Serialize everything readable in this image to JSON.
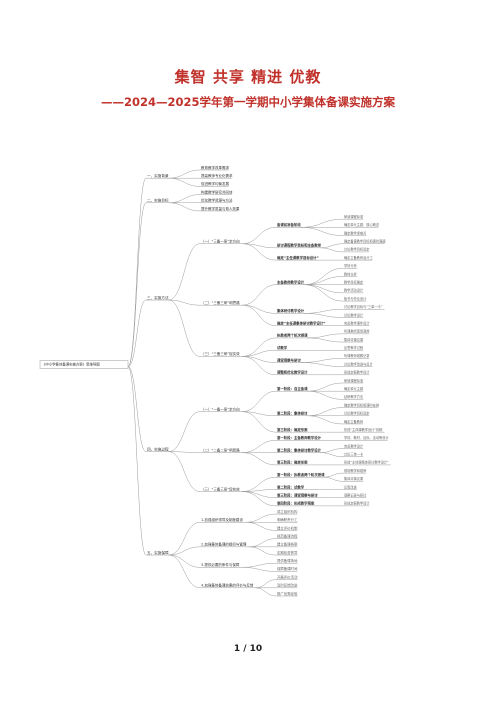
{
  "doc": {
    "title": "集智 共享 精进 优教",
    "subtitle": "——2024—2025学年第一学期中小学集体备课实施方案",
    "page_number": "1 / 10"
  },
  "mindmap": {
    "root": "《中小学集体备课实施方案》思维导图",
    "sections": [
      {
        "label": "一、实施背景",
        "children": [
          {
            "label": "教育教学改革需求"
          },
          {
            "label": "提高教师专业化需求"
          },
          {
            "label": "促进教学均衡发展"
          }
        ]
      },
      {
        "label": "二、实施目标",
        "children": [
          {
            "label": "构建教学研究共同体"
          },
          {
            "label": "优化教学资源与方法"
          },
          {
            "label": "提升教学质量与育人效果"
          }
        ]
      },
      {
        "label": "三、实施方法",
        "children": [
          {
            "label": "（一）“三备一研”定方向",
            "children": [
              {
                "label": "备课前准备阶段",
                "children": [
                  "研读课程标准",
                  "确定单元主题、核心概念",
                  "确定教学重难点"
                ]
              },
              {
                "label": "研讨课程教学目标和主备教师",
                "children": [
                  "确定备课教学目标和课时课题",
                  "讨论教学目标设定"
                ]
              },
              {
                "label": "确定“主任课教学目标设计”",
                "children": [
                  "确定主备教师及分工"
                ]
              }
            ]
          },
          {
            "label": "（二）“三备三研”明思路",
            "children": [
              {
                "label": "主备教师教学设计",
                "children": [
                  "学情分析",
                  "教材分析",
                  "教学目标确定",
                  "教学活动设计",
                  "板书与作业设计"
                ]
              },
              {
                "label": "集体研讨教学设计",
                "children": [
                  "讨论教学目标与“三单一卡”",
                  "讨论教学设计"
                ]
              },
              {
                "label": "确定“主任课集体研讨教学设计”",
                "children": [
                  "完善教学课件设计"
                ]
              }
            ]
          },
          {
            "label": "（三）“三备三研”促实效",
            "children": [
              {
                "label": "执教者两个轮次授课",
                "children": [
                  "听课教师现场观摩",
                  "集体评课议课"
                ]
              },
              {
                "label": "试教学",
                "children": [
                  "反思教学过程"
                ]
              },
              {
                "label": "课堂观察与研讨",
                "children": [
                  "听课教师观察记录",
                  "讨论教学改进与设计"
                ]
              },
              {
                "label": "调整和优化教学设计",
                "children": [
                  "形成定稿教学设计"
                ]
              }
            ]
          }
        ]
      },
      {
        "label": "四、实施过程",
        "children": [
          {
            "label": "（一）“一备一研”定方向",
            "children": [
              {
                "label": "第一阶段：自主备课",
                "children": [
                  "研读课程标准",
                  "确定单元主题",
                  "钻研教学方法"
                ]
              },
              {
                "label": "第二阶段：集体研讨",
                "children": [
                  "确定教学目标和课时安排",
                  "讨论教学目标设定",
                  "确定主备教师"
                ]
              },
              {
                "label": "第三阶段：确定形案",
                "children": [
                  "形成“主体课教学设计”初稿"
                ]
              }
            ]
          },
          {
            "label": "（二）“二备二研”明思路",
            "children": [
              {
                "label": "第一阶段：主备教师教学设计",
                "children": [
                  "学情、教材、目标、活动等设计"
                ]
              },
              {
                "label": "第二阶段：集体研讨教学设计",
                "children": [
                  "完善教学设计",
                  "讨论三单一卡"
                ]
              },
              {
                "label": "第三阶段：确定形案",
                "children": [
                  "形成“主体课集体研讨教学设计”"
                ]
              }
            ]
          },
          {
            "label": "（三）“三备三研”促实效",
            "children": [
              {
                "label": "第一阶段：执教者两个轮次授课",
                "children": [
                  "现场教学和观摩",
                  "集体评课议课"
                ]
              },
              {
                "label": "第二阶段：试教学",
                "children": [
                  "反思改进"
                ]
              },
              {
                "label": "第三阶段：课堂观察与研讨",
                "children": [
                  "观察记录与研讨"
                ]
              },
              {
                "label": "第四阶段：形成教学预案",
                "children": [
                  "形成定稿教学设计"
                ]
              }
            ]
          }
        ]
      },
      {
        "label": "五、实施保障",
        "children": [
          {
            "label": "1.加强组织领导及制度建设",
            "children": [
              "成立组织机构",
              "明确职责分工",
              "建立评价机制"
            ]
          },
          {
            "label": "2.加强集体备课的组织与管理",
            "children": [
              "规范备课流程",
              "建立备课档案",
              "定期检查督导"
            ]
          },
          {
            "label": "3.提供必要的条件与保障",
            "children": [
              "提供备课场地",
              "保障备课时间"
            ]
          },
          {
            "label": "4.加强集体备课效果的评价与反馈",
            "children": [
              "开展评价活动",
              "及时反馈改进",
              "推广优秀经验"
            ]
          }
        ]
      }
    ]
  },
  "colors": {
    "title": "#c0322b",
    "line": "#9a9a9a",
    "node_text": "#333333",
    "leaf_text": "#666666"
  }
}
